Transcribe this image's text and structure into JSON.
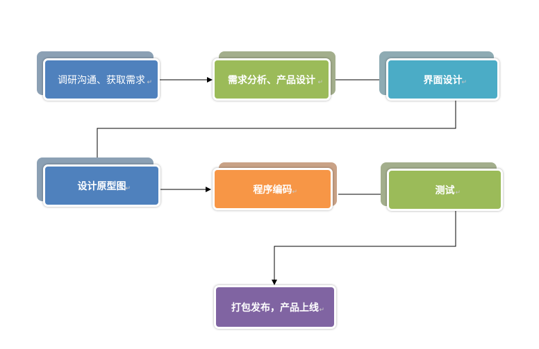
{
  "steps": [
    {
      "label": "调研沟通、获取需求",
      "fill": "#4f81bd",
      "back": "#8ba0b4"
    },
    {
      "label": "需求分析、产品设计",
      "fill": "#9bbb59",
      "back": "#a3ae8c"
    },
    {
      "label": "界面设计",
      "fill": "#4bacc6",
      "back": "#8eabb3"
    },
    {
      "label": "设计原型图",
      "fill": "#4f81bd",
      "back": "#8ba0b4"
    },
    {
      "label": "程序编码",
      "fill": "#f79646",
      "back": "#c9a286"
    },
    {
      "label": "测试",
      "fill": "#9bbb59",
      "back": "#a3ae8c"
    },
    {
      "label": "打包发布，产品上线",
      "fill": "#8064a2",
      "back": "#a597b6"
    }
  ],
  "colors": {
    "line": "#000000",
    "border": "#ffffff"
  }
}
